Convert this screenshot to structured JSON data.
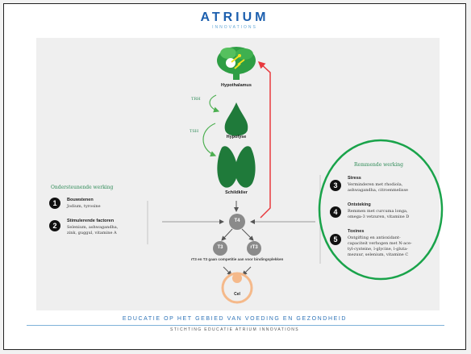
{
  "logo": {
    "main": "ATRIUM",
    "sub": "INNOVATIONS"
  },
  "diagram": {
    "hypothalamus": "Hypothalamus",
    "trh": "TRH",
    "hypofyse": "Hypofyse",
    "tsh": "TSH",
    "schildklier": "Schildklier",
    "t4": "T4",
    "t3": "T3",
    "rt3": "rT3",
    "competition": "rT3 en T3 gaan competitie aan voor bindingsplekken",
    "cel": "Cel",
    "colors": {
      "green": "#2e8b3e",
      "dark_green": "#1f7a3a",
      "red_arrow": "#e8383d",
      "orange": "#f5b98a",
      "gray_circle": "#8a8a8a"
    }
  },
  "left": {
    "title": "Ondersteunende werking",
    "items": [
      {
        "number": "1",
        "title": "Bouwstenen",
        "body": [
          "Jodium, tyrosine"
        ]
      },
      {
        "number": "2",
        "title": "Stimulerende factoren",
        "body": [
          "Selenium, ashwagandha,",
          "zink, guggul, vitamine A"
        ]
      }
    ]
  },
  "right": {
    "title": "Remmende werking",
    "items": [
      {
        "number": "3",
        "title": "Stress",
        "body": [
          "Verminderen met rhodiola,",
          "ashwagandha, citroenmelisse"
        ]
      },
      {
        "number": "4",
        "title": "Ontsteking",
        "body": [
          "Remmen met curcuma longa,",
          "omega-3 vetzuren, vitamine D"
        ]
      },
      {
        "number": "5",
        "title": "Toxines",
        "body": [
          "Ontgifting en antioxidant-",
          "capaciteit verhogen met N-ace-",
          "tyl-cysteine, l-glycine, l-gluta-",
          "mezuur, selenium, vitamine C"
        ]
      }
    ]
  },
  "footer": {
    "line1": "EDUCATIE OP HET GEBIED VAN VOEDING EN GEZONDHEID",
    "line2": "STICHTING EDUCATIE ATRIUM INNOVATIONS"
  }
}
